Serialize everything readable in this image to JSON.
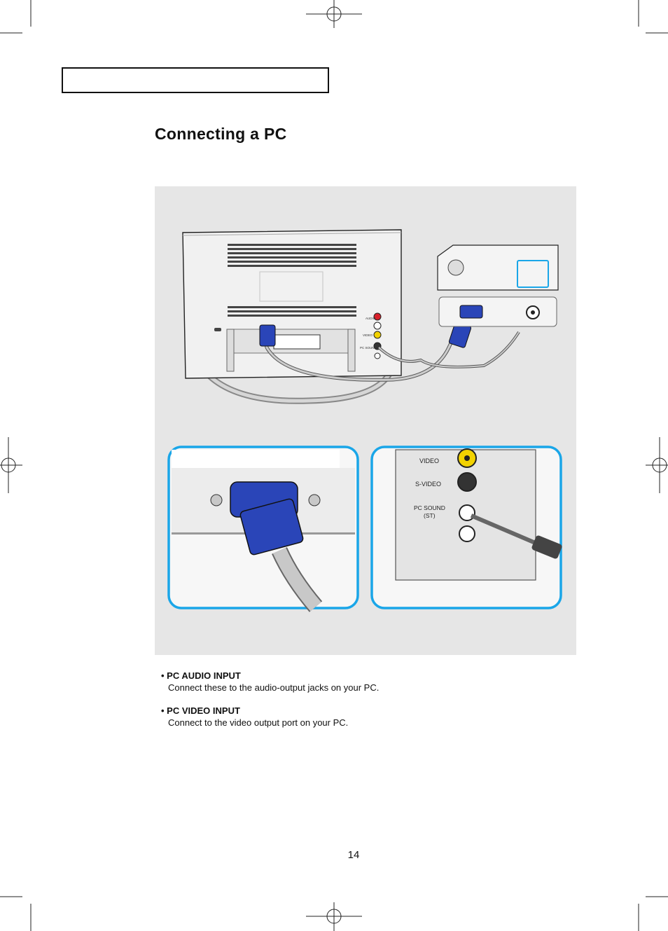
{
  "page": {
    "title": "Connecting a PC",
    "page_number": "14"
  },
  "diagram": {
    "jack_labels": {
      "audio": "AUDIO",
      "video": "VIDEO",
      "s_video": "S-VIDEO",
      "pc_sound": "PC SOUND",
      "pc_sound_st": "(ST)"
    },
    "colors": {
      "panel_bg": "#e6e6e6",
      "callout_border": "#1aa6e8",
      "connector_blue": "#2a45b8",
      "video_jack": "#f2d200",
      "audio_jack": "#d8202a"
    }
  },
  "bullets": [
    {
      "title": "• PC AUDIO INPUT",
      "desc": "Connect these to the audio-output jacks on your PC."
    },
    {
      "title": "• PC VIDEO INPUT",
      "desc": "Connect to the video output port on your PC."
    }
  ]
}
